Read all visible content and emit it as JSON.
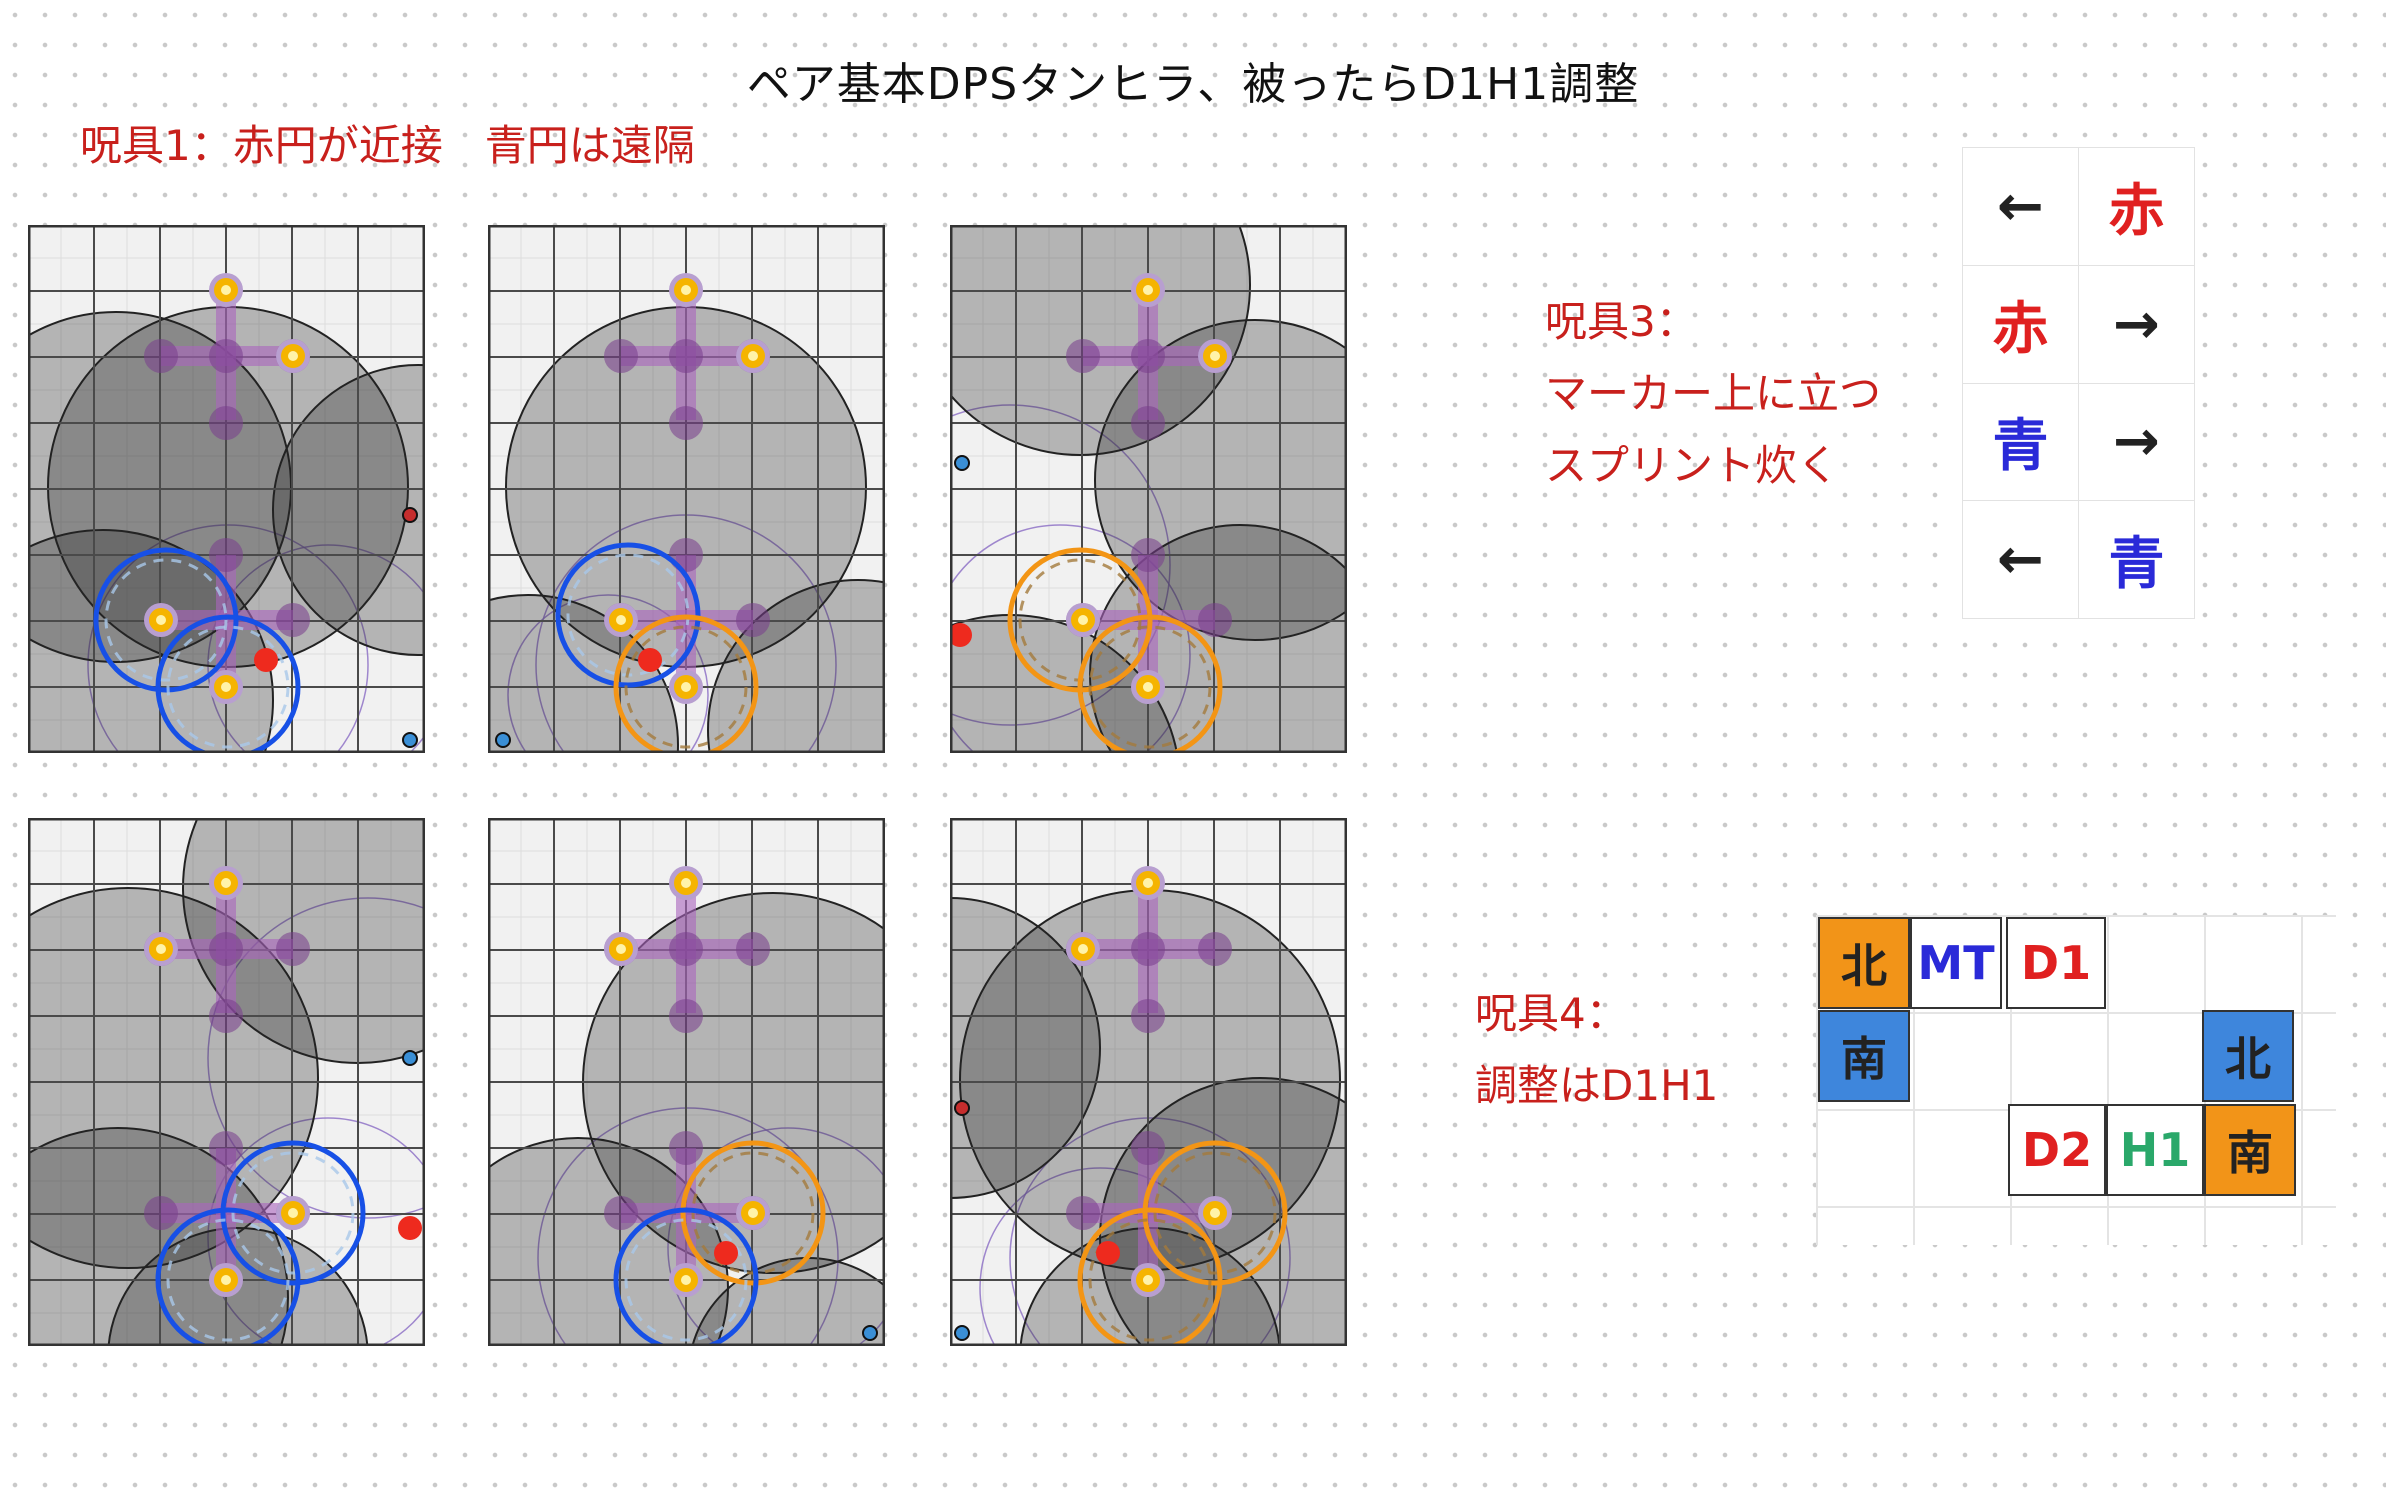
{
  "title": "ペア基本DPSタンヒラ、被ったらD1H1調整",
  "curse1": "呪具1：赤円が近接　青円は遠隔",
  "curse3": {
    "lines": [
      "呪具3：",
      "マーカー上に立つ",
      "スプリント炊く"
    ]
  },
  "curse4": {
    "lines": [
      "呪具4：",
      "調整はD1H1"
    ]
  },
  "arrow_table": {
    "rows": [
      [
        "←",
        "赤"
      ],
      [
        "赤",
        "→"
      ],
      [
        "青",
        "→"
      ],
      [
        "←",
        "青"
      ]
    ]
  },
  "position_table": {
    "top_row": [
      "北",
      "MT",
      "D1"
    ],
    "mid_left": "南",
    "mid_right": "北",
    "bottom_row": [
      "D2",
      "H1",
      "南"
    ]
  },
  "colors": {
    "red_text": "#c8201c",
    "red_label": "#e02020",
    "blue_label": "#2a2ad8",
    "orange_cell": "#f29418",
    "blue_cell": "#3e86dc",
    "green_label": "#2aa86a",
    "blue_ring": "#1750e6",
    "orange_ring": "#f39515"
  }
}
